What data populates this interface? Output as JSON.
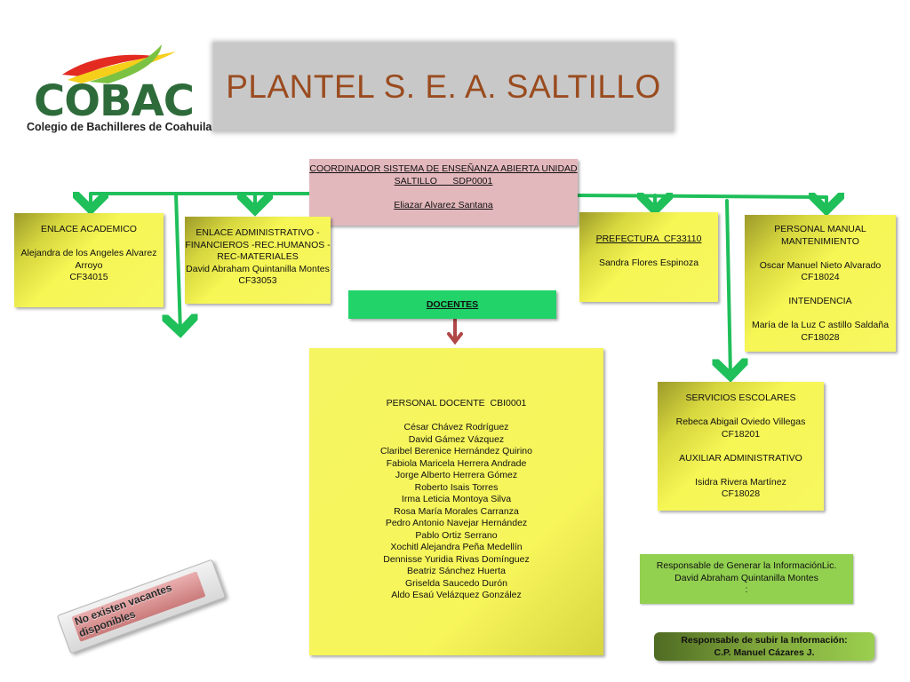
{
  "logo": {
    "name": "COBAC",
    "subtitle": "Colegio de Bachilleres de Coahuila"
  },
  "title": "PLANTEL S. E. A. SALTILLO",
  "coordinator": {
    "lines": [
      "COORDINADOR SISTEMA DE ENSEÑANZA ABIERTA UNIDAD",
      "SALTILLO      SDP0001",
      "",
      "Eliazar Alvarez Santana"
    ]
  },
  "enlace_academico": {
    "lines": [
      "ENLACE ACADEMICO",
      "",
      "Alejandra de los Angeles Alvarez",
      "Arroyo",
      "CF34015"
    ]
  },
  "enlace_administrativo": {
    "lines": [
      "ENLACE ADMINISTRATIVO -",
      "FINANCIEROS -REC.HUMANOS -",
      "REC-MATERIALES",
      "David Abraham Quintanilla Montes",
      "CF33053"
    ]
  },
  "docentes_label": "DOCENTES",
  "prefectura": {
    "lines": [
      "PREFECTURA  CF33110",
      "",
      "Sandra Flores Espinoza"
    ]
  },
  "personal_manual": {
    "lines": [
      "PERSONAL MANUAL",
      "MANTENIMIENTO",
      "",
      "Oscar Manuel Nieto Alvarado",
      "CF18024",
      "",
      "INTENDENCIA",
      "",
      "María de la Luz C astillo Saldaña",
      "CF18028"
    ]
  },
  "personal_docente": {
    "lines": [
      "PERSONAL DOCENTE  CBI0001",
      "",
      "César Chávez Rodríguez",
      "David Gámez Vázquez",
      "Claribel Berenice Hernández Quirino",
      "Fabiola Maricela Herrera Andrade",
      "Jorge Alberto Herrera Gómez",
      "Roberto Isais Torres",
      "Irma Leticia Montoya Silva",
      "Rosa María Morales Carranza",
      "Pedro Antonio Navejar Hernández",
      "Pablo Ortiz Serrano",
      "Xochitl Alejandra Peña Medellín",
      "Dennisse Yuridia Rivas Domínguez",
      "Beatriz Sánchez Huerta",
      "Griselda Saucedo Durón",
      "Aldo Esaú Velázquez González"
    ]
  },
  "servicios_escolares": {
    "lines": [
      "SERVICIOS ESCOLARES",
      "",
      "Rebeca Abigail Oviedo Villegas",
      "CF18201",
      "",
      "AUXILIAR ADMINISTRATIVO",
      "",
      "Isidra Rivera Martínez",
      "CF18028"
    ]
  },
  "responsable_generar": {
    "lines": [
      "Responsable de Generar la InformaciónLic.",
      "David Abraham Quintanilla Montes",
      ":"
    ]
  },
  "responsable_subir": {
    "lines": [
      "Responsable de subir la Información:",
      "C.P. Manuel Cázares J."
    ]
  },
  "vacantes_label": "No existen vacantes disponibles",
  "colors": {
    "connector_green": "#1fbf5a",
    "docentes_green": "#22d36a",
    "coordinator_pink": "#e3b8bc",
    "arrow_red": "#b04848",
    "responsable_green": "#92d050",
    "title_color": "#9a4b1f"
  }
}
